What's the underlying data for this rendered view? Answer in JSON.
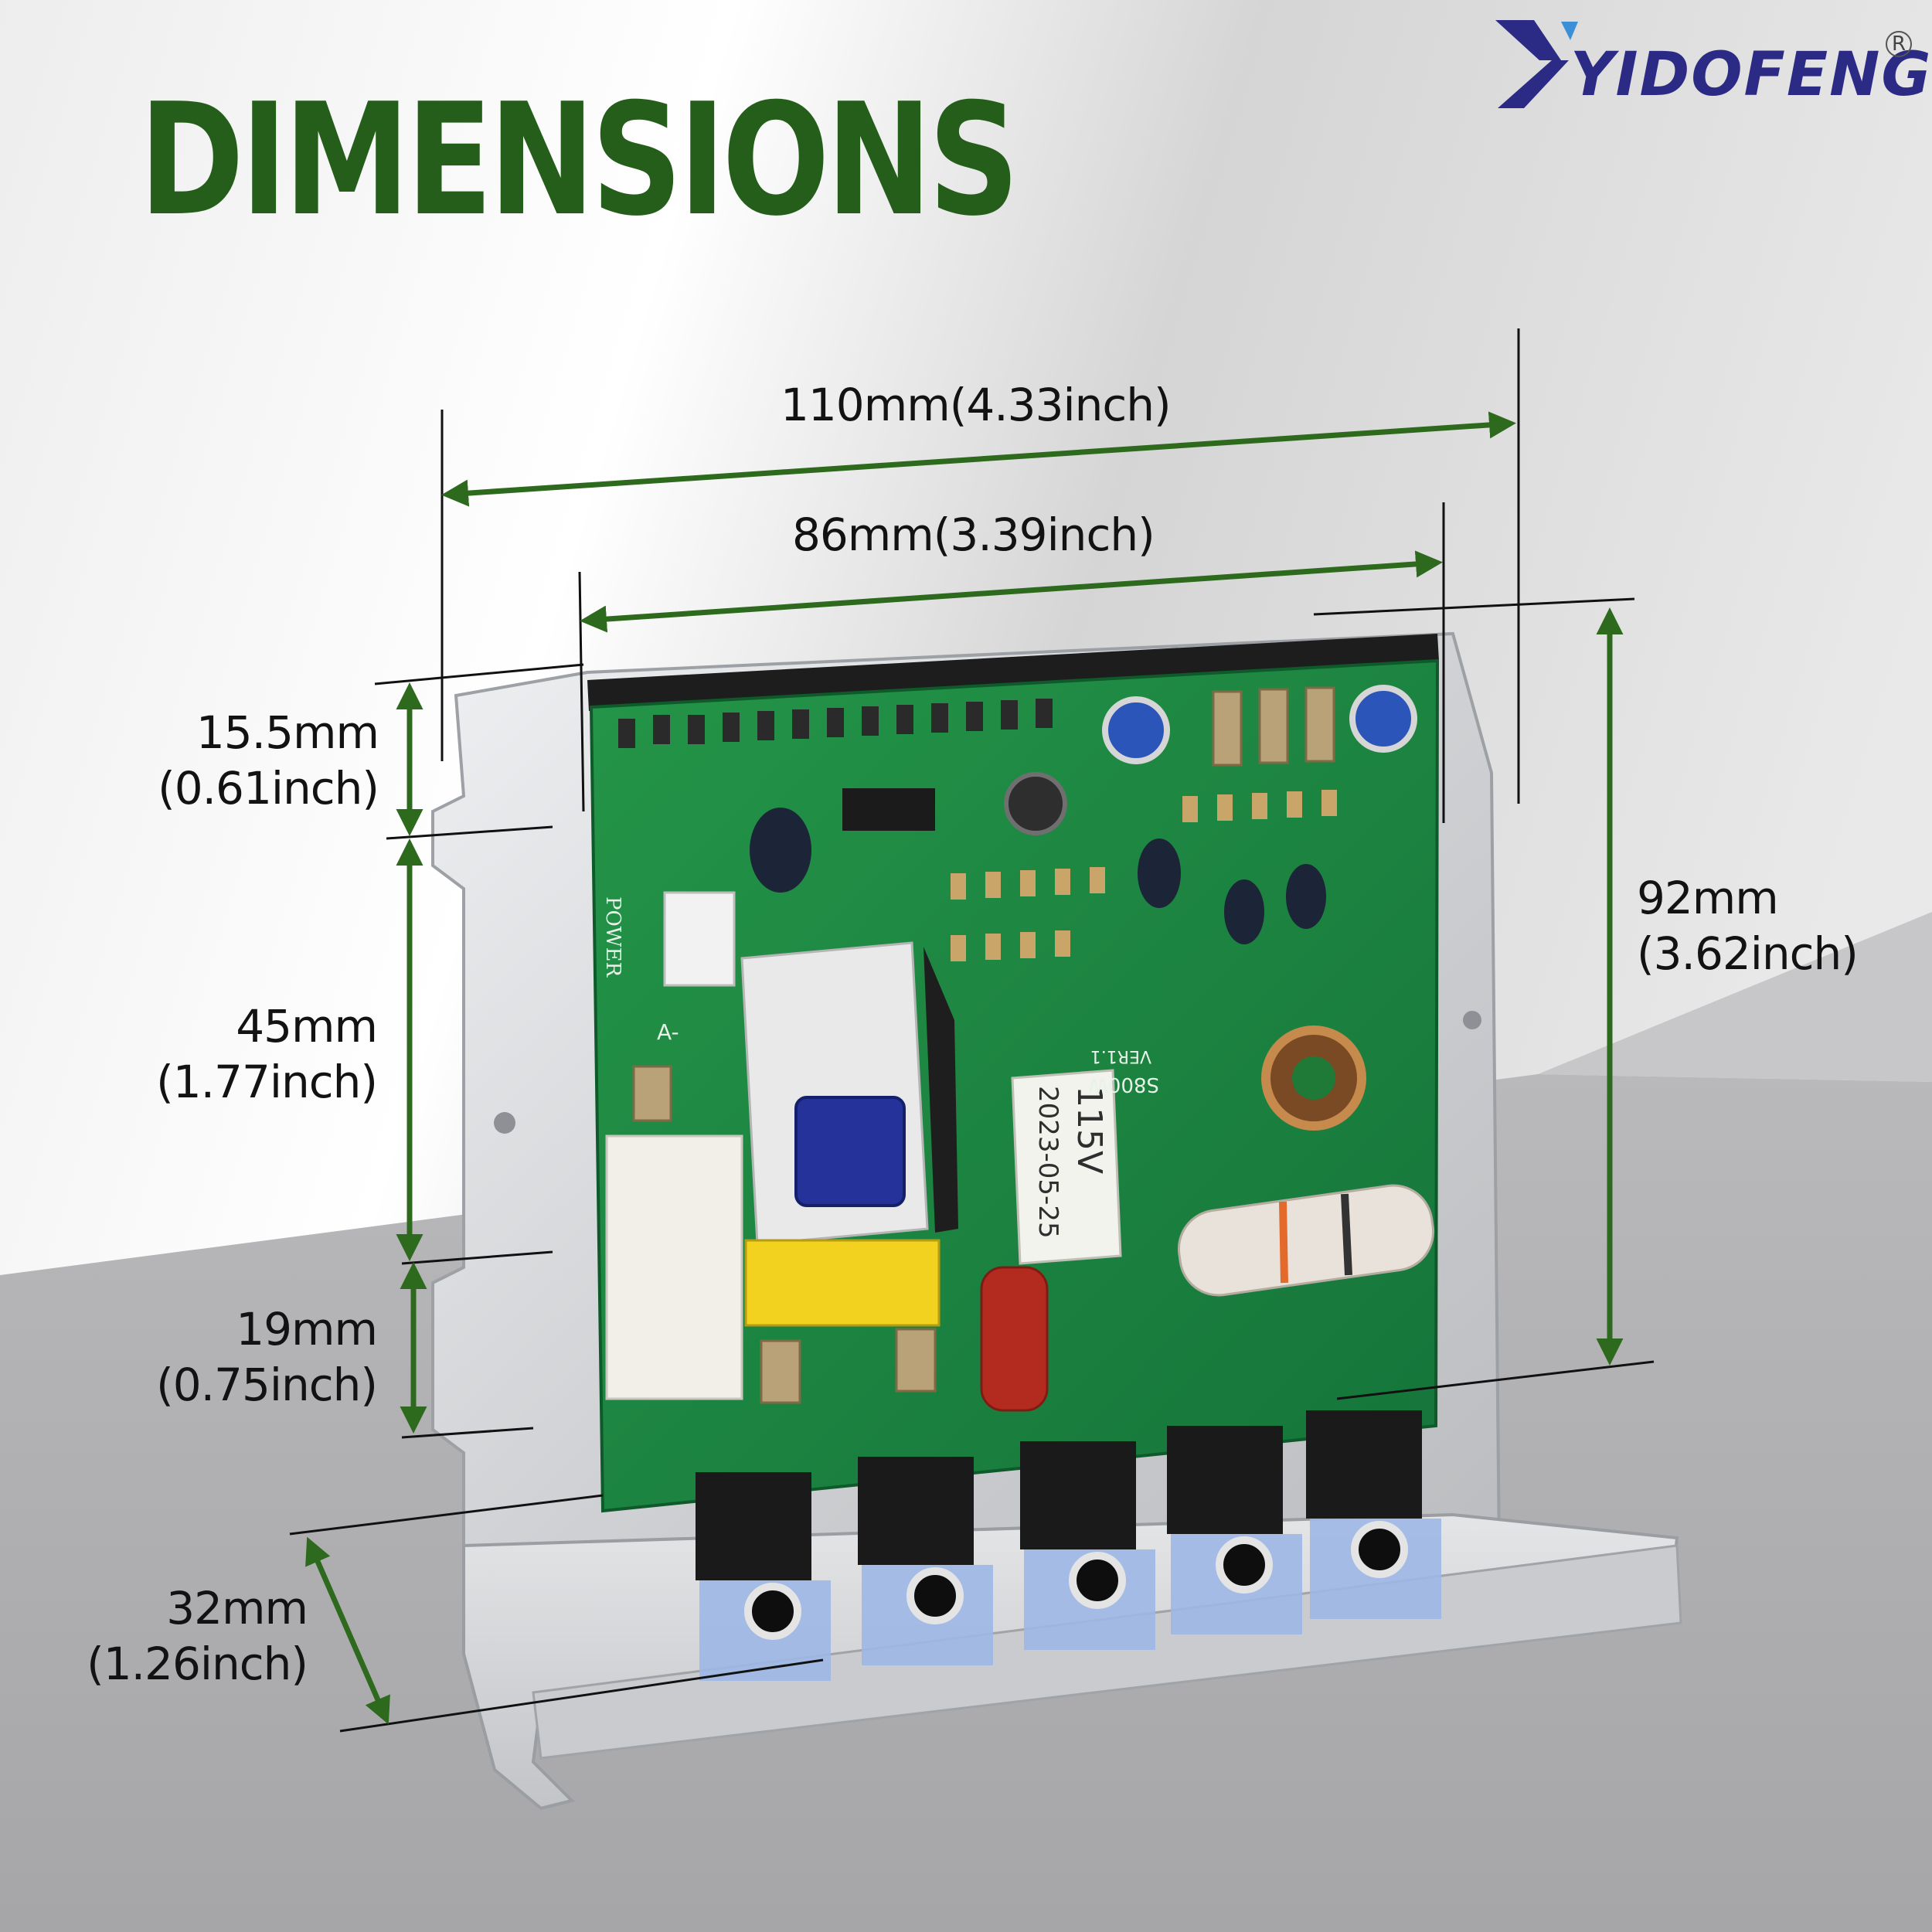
{
  "headline": "DIMENSIONS",
  "brand": {
    "name": "YIDOFENG",
    "registered_mark": "R",
    "color": "#2b2a85",
    "accent": "#3a8fd6"
  },
  "colors": {
    "headline": "#255e1a",
    "arrow": "#2d6a1d",
    "board": "#1f8a3c",
    "heatsink": "#d9dadc"
  },
  "dimensions": {
    "overall_width": "110mm(4.33inch)",
    "board_width": "86mm(3.39inch)",
    "height": {
      "mm": "92mm",
      "inch": "(3.62inch)"
    },
    "top_offset": {
      "mm": "15.5mm",
      "inch": "(0.61inch)"
    },
    "slot_spacing": {
      "mm": "45mm",
      "inch": "(1.77inch)"
    },
    "bottom_offset": {
      "mm": "19mm",
      "inch": "(0.75inch)"
    },
    "base_depth": {
      "mm": "32mm",
      "inch": "(1.26inch)"
    }
  },
  "board_labels": {
    "power": "POWER",
    "voltage": "115V",
    "date": "2023-05-25",
    "model": "S800W",
    "version": "VER1.1",
    "connector": "A-"
  }
}
